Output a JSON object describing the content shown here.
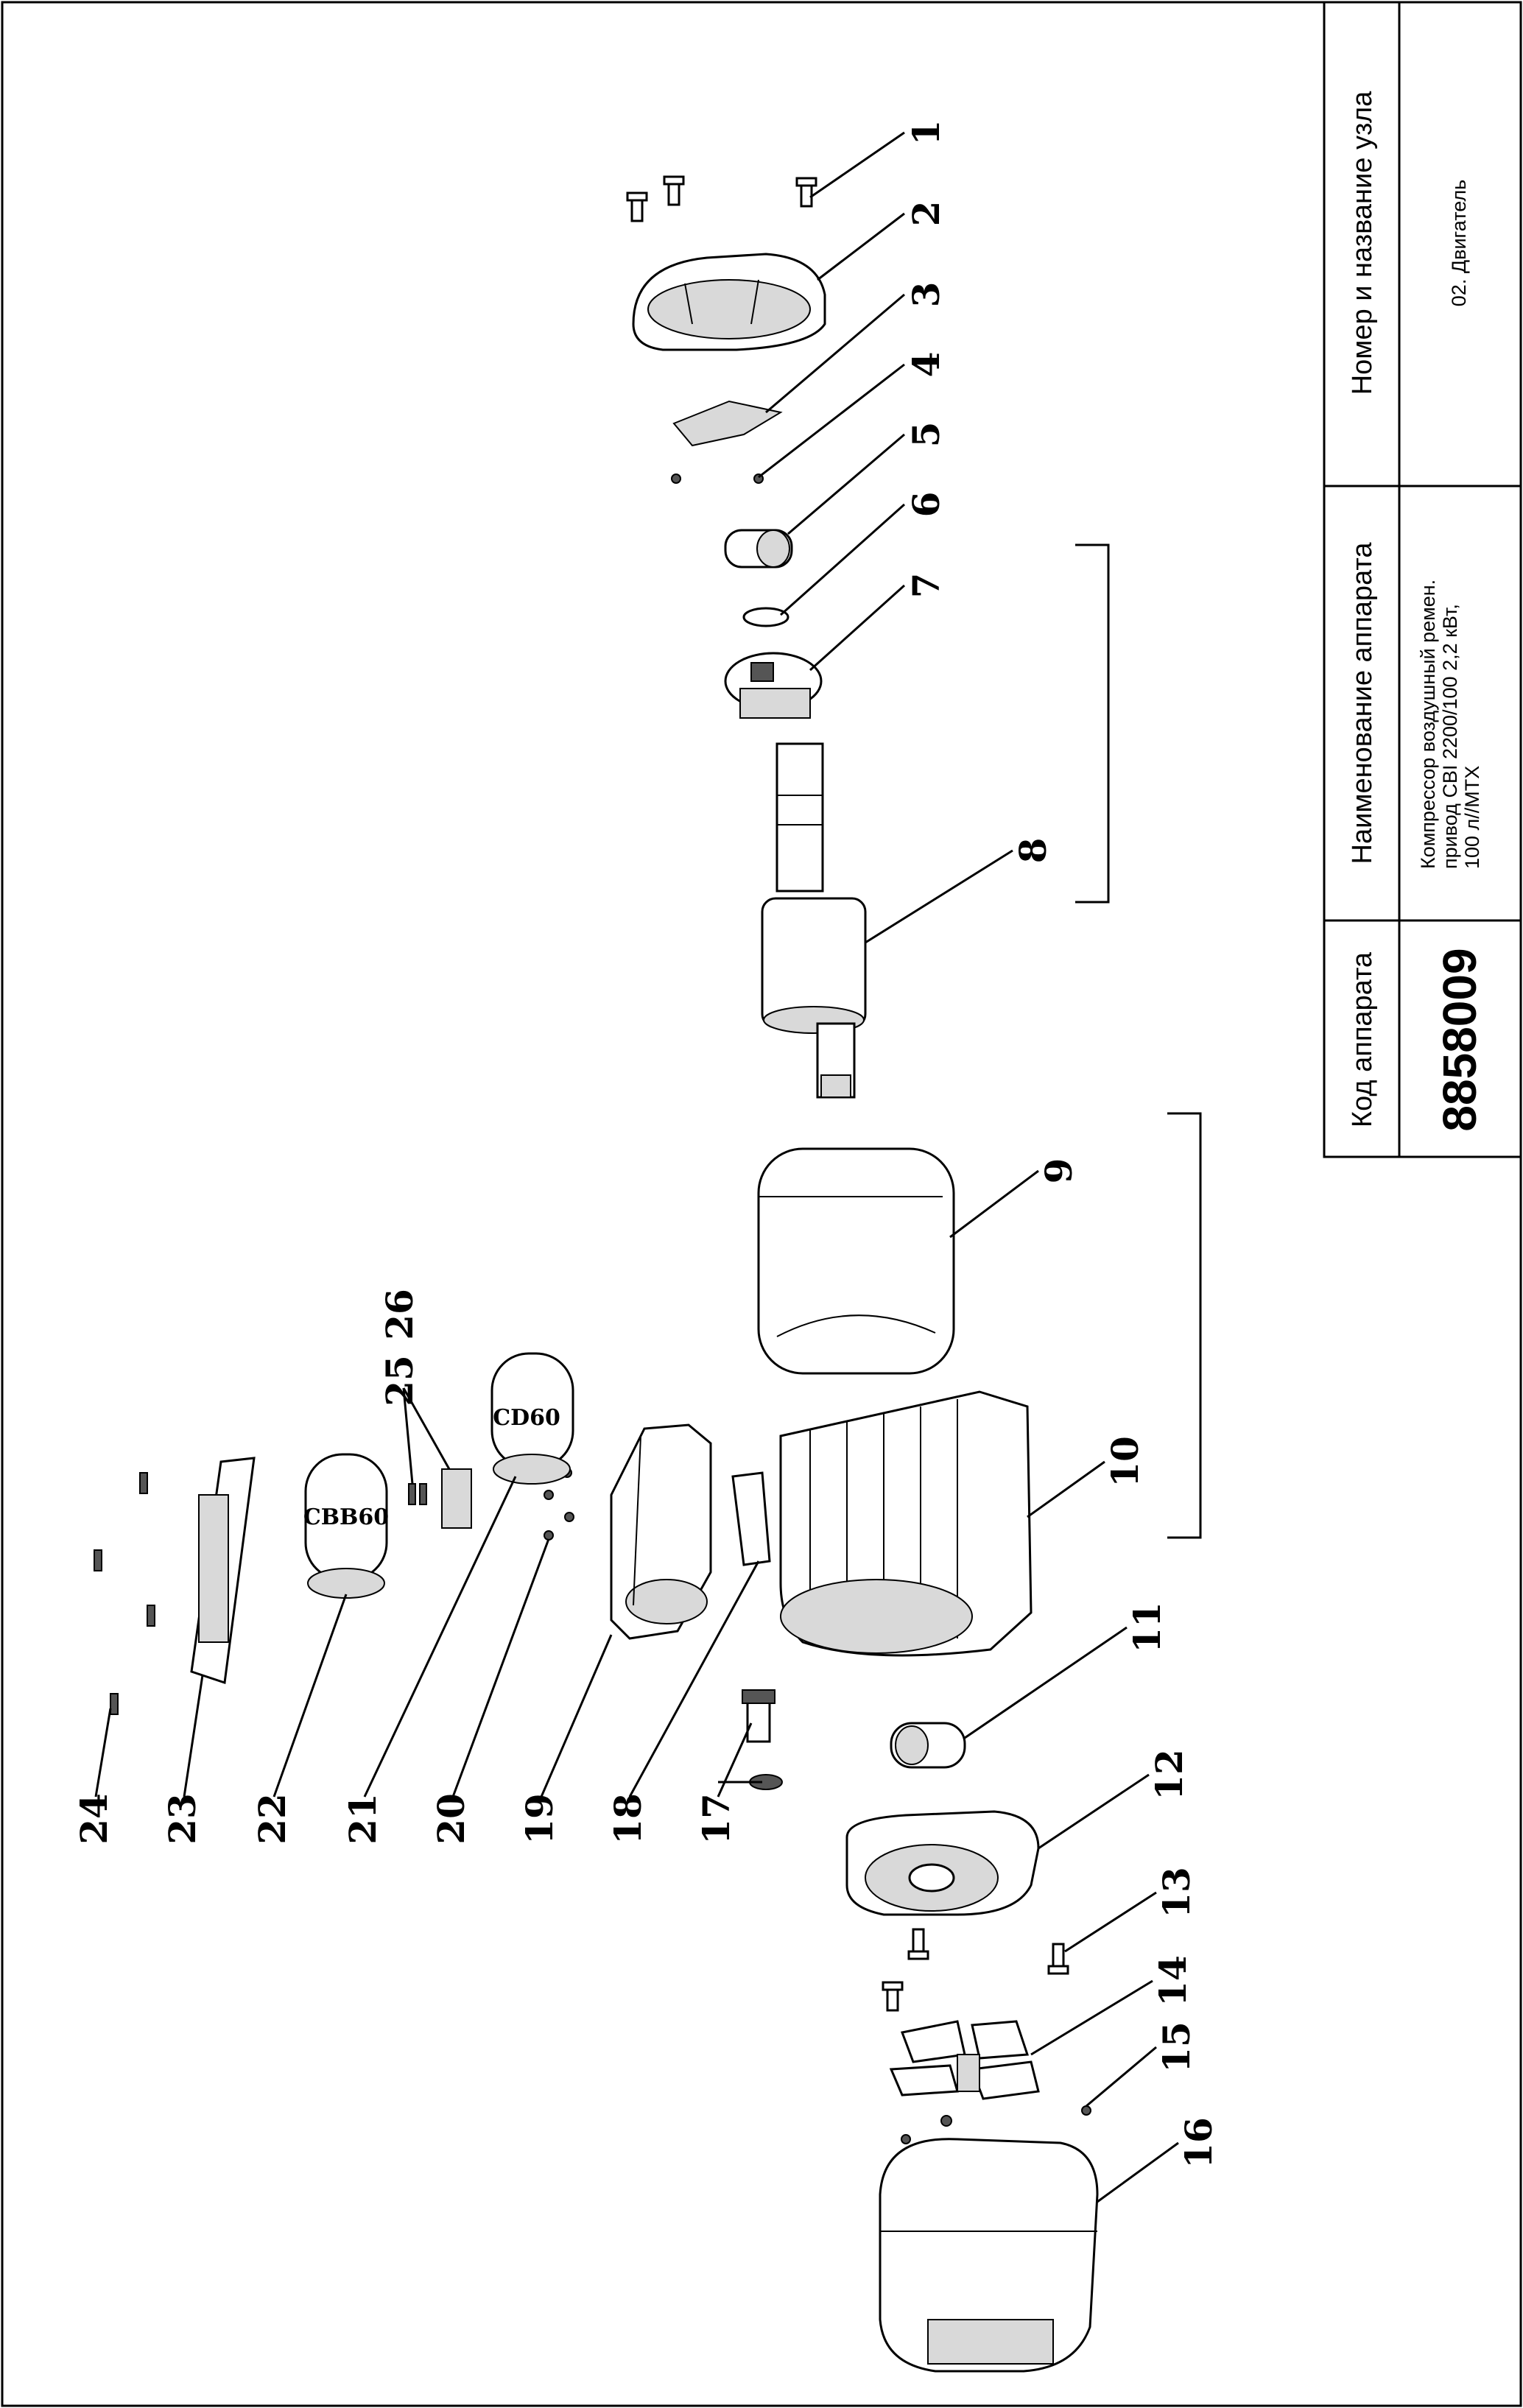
{
  "title_block": {
    "code_header": "Код аппарата",
    "code_value": "8858009",
    "name_header": "Наименование аппарата",
    "name_value_lines": [
      "Компрессор воздушный ремен.",
      "привод  CBI 2200/100  2,2 кВт,",
      "100 л//MTX"
    ],
    "unit_header": "Номер и название узла",
    "unit_value": "02. Двигатель"
  },
  "parts": {
    "p1": "1",
    "p2": "2",
    "p3": "3",
    "p4": "4",
    "p5": "5",
    "p6": "6",
    "p7": "7",
    "p8": "8",
    "p9": "9",
    "p10": "10",
    "p11": "11",
    "p12": "12",
    "p13": "13",
    "p14": "14",
    "p15": "15",
    "p16": "16",
    "p17": "17",
    "p18": "18",
    "p19": "19",
    "p20": "20",
    "p21": "21",
    "p22": "22",
    "p23": "23",
    "p24": "24",
    "p25": "25",
    "p26": "26"
  },
  "markings": {
    "capacitor_run": "CBB60",
    "capacitor_start": "CD60"
  }
}
